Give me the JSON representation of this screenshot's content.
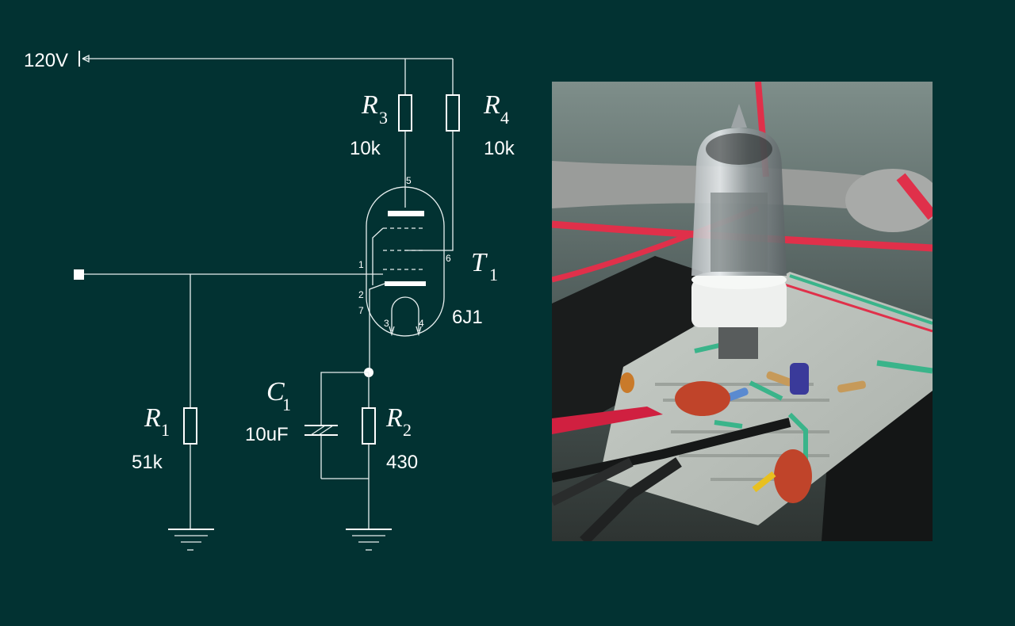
{
  "supply": {
    "label": "120V"
  },
  "resistors": {
    "r1": {
      "letter": "R",
      "sub": "1",
      "value": "51k"
    },
    "r2": {
      "letter": "R",
      "sub": "2",
      "value": "430"
    },
    "r3": {
      "letter": "R",
      "sub": "3",
      "value": "10k"
    },
    "r4": {
      "letter": "R",
      "sub": "4",
      "value": "10k"
    }
  },
  "capacitor": {
    "letter": "C",
    "sub": "1",
    "value": "10uF"
  },
  "tube": {
    "letter": "T",
    "sub": "1",
    "model": "6J1",
    "pins": {
      "p1": "1",
      "p2": "2",
      "p3": "3",
      "p4": "4",
      "p5": "5",
      "p6": "6",
      "p7": "7"
    }
  },
  "colors": {
    "background": "#023232",
    "wire": "#e8f0f0",
    "photo_backdrop": "#5c7070",
    "breadboard": "#d8dcd8",
    "red_wire": "#e0304a",
    "green_jumper": "#3ab48a"
  },
  "photo": {
    "subject": "vacuum tube on breadboard"
  }
}
